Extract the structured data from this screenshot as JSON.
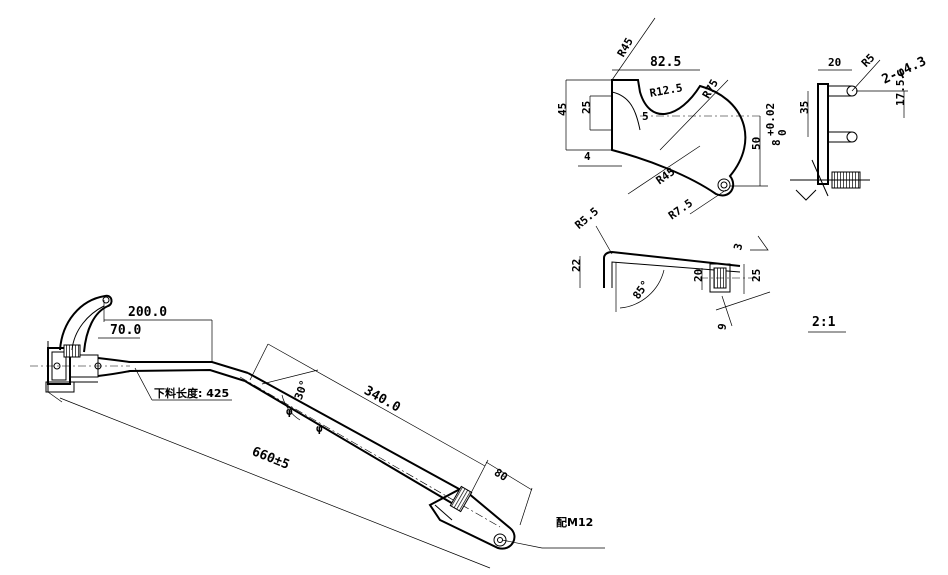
{
  "main_view": {
    "dim_200": "200.0",
    "dim_70": "70.0",
    "cut_length": "下料长度: 425",
    "angle_30": "30°",
    "dim_340": "340.0",
    "dim_660": "660±5",
    "dim_80": "80",
    "fit_note": "配M12",
    "phi_1": "φ",
    "phi_2": "φ"
  },
  "bracket_view": {
    "r45_top": "R45",
    "dim_82_5": "82.5",
    "r12_5": "R12.5",
    "r75": "R75",
    "dim_45": "45",
    "dim_25": "25",
    "dim_5": "5",
    "dim_4": "4",
    "dim_50": "50",
    "tol": "+0.02",
    "tol2": "0",
    "dim_8": "8",
    "r45_low": "R45",
    "r7_5": "R7.5"
  },
  "side_view": {
    "dim_20": "20",
    "r5": "R5",
    "holes": "2-φ4.3",
    "dim_35": "35",
    "dim_17_5": "17.5"
  },
  "bend_view": {
    "r5_5": "R5.5",
    "dim_22": "22",
    "angle_85": "85°",
    "dim_3": "3",
    "dim_20": "20",
    "dim_25": "25",
    "dim_9": "9"
  },
  "scale": "2:1"
}
